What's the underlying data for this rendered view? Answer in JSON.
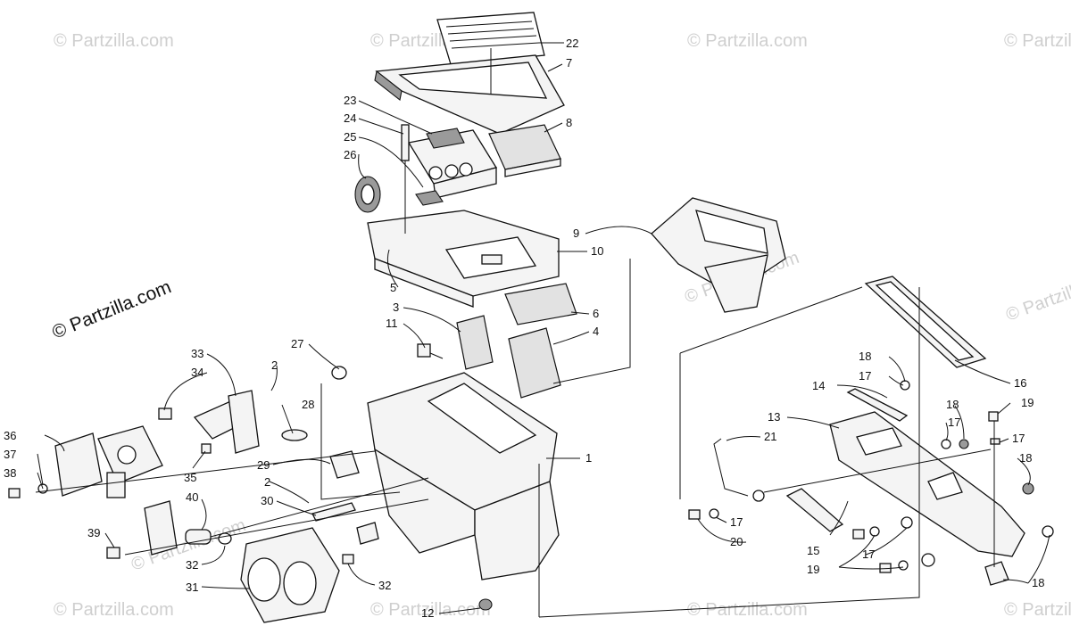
{
  "brand_text": "© Partzilla.com",
  "watermark_text": "© Partzilla.com",
  "callouts": [
    {
      "id": "c22a",
      "label": "22"
    },
    {
      "id": "c7",
      "label": "7"
    },
    {
      "id": "c23",
      "label": "23"
    },
    {
      "id": "c8",
      "label": "8"
    },
    {
      "id": "c24",
      "label": "24"
    },
    {
      "id": "c25",
      "label": "25"
    },
    {
      "id": "c26",
      "label": "26"
    },
    {
      "id": "c9",
      "label": "9"
    },
    {
      "id": "c10",
      "label": "10"
    },
    {
      "id": "c5",
      "label": "5"
    },
    {
      "id": "c6",
      "label": "6"
    },
    {
      "id": "c3",
      "label": "3"
    },
    {
      "id": "c11",
      "label": "11"
    },
    {
      "id": "c4",
      "label": "4"
    },
    {
      "id": "c27",
      "label": "27"
    },
    {
      "id": "c33",
      "label": "33"
    },
    {
      "id": "c34",
      "label": "34"
    },
    {
      "id": "c2a",
      "label": "2"
    },
    {
      "id": "c28",
      "label": "28"
    },
    {
      "id": "c36",
      "label": "36"
    },
    {
      "id": "c37",
      "label": "37"
    },
    {
      "id": "c38",
      "label": "38"
    },
    {
      "id": "c35",
      "label": "35"
    },
    {
      "id": "c29",
      "label": "29"
    },
    {
      "id": "c1",
      "label": "1"
    },
    {
      "id": "c2b",
      "label": "2"
    },
    {
      "id": "c30",
      "label": "30"
    },
    {
      "id": "c40",
      "label": "40"
    },
    {
      "id": "c39",
      "label": "39"
    },
    {
      "id": "c32a",
      "label": "32"
    },
    {
      "id": "c31",
      "label": "31"
    },
    {
      "id": "c32b",
      "label": "32"
    },
    {
      "id": "c12",
      "label": "12"
    },
    {
      "id": "c16",
      "label": "16"
    },
    {
      "id": "c18a",
      "label": "18"
    },
    {
      "id": "c17a",
      "label": "17"
    },
    {
      "id": "c14",
      "label": "14"
    },
    {
      "id": "c18b",
      "label": "18"
    },
    {
      "id": "c19a",
      "label": "19"
    },
    {
      "id": "c13",
      "label": "13"
    },
    {
      "id": "c17b",
      "label": "17"
    },
    {
      "id": "c21",
      "label": "21"
    },
    {
      "id": "c17c",
      "label": "17"
    },
    {
      "id": "c18c",
      "label": "18"
    },
    {
      "id": "c17d",
      "label": "17"
    },
    {
      "id": "c20",
      "label": "20"
    },
    {
      "id": "c15",
      "label": "15"
    },
    {
      "id": "c17e",
      "label": "17"
    },
    {
      "id": "c19b",
      "label": "19"
    },
    {
      "id": "c18d",
      "label": "18"
    }
  ]
}
